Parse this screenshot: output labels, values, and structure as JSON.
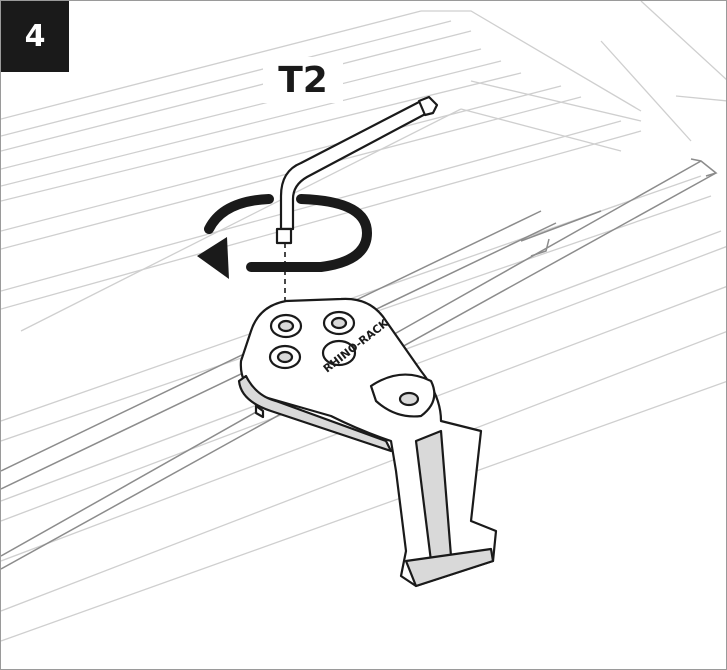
{
  "step": {
    "number": "4"
  },
  "tool": {
    "label": "T2"
  },
  "bracket": {
    "brand_text": "RHINO-RACK"
  },
  "colors": {
    "ink": "#1a1a1a",
    "line_light": "#c8c8c8",
    "line_mid": "#8c8c8c",
    "badge_bg": "#1a1a1a",
    "bracket_shade": "#d9d9d9"
  },
  "icons": {
    "rotation": "rotate-arrow-icon",
    "wrench": "torx-key-icon"
  }
}
